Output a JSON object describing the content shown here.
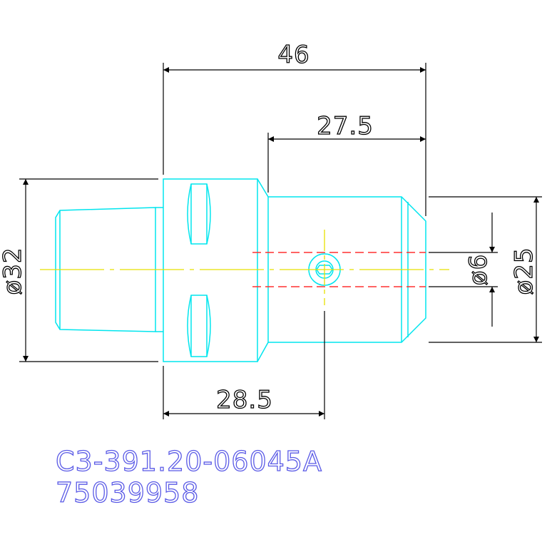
{
  "dimensions": {
    "top_overall": "46",
    "top_inner": "27.5",
    "bottom_inner": "28.5",
    "left_diameter": "ø32",
    "right_diameter_small": "ø6",
    "right_diameter_large": "ø25"
  },
  "caption": {
    "part_code": "C3-391.20-06045A",
    "part_number": "75039958"
  },
  "colors": {
    "background": "#ffffff",
    "outline": "#00e5ee",
    "dimension": "#000000",
    "centerline": "#e8e000",
    "hidden": "#ff3030",
    "caption": "#5a5ae6"
  }
}
